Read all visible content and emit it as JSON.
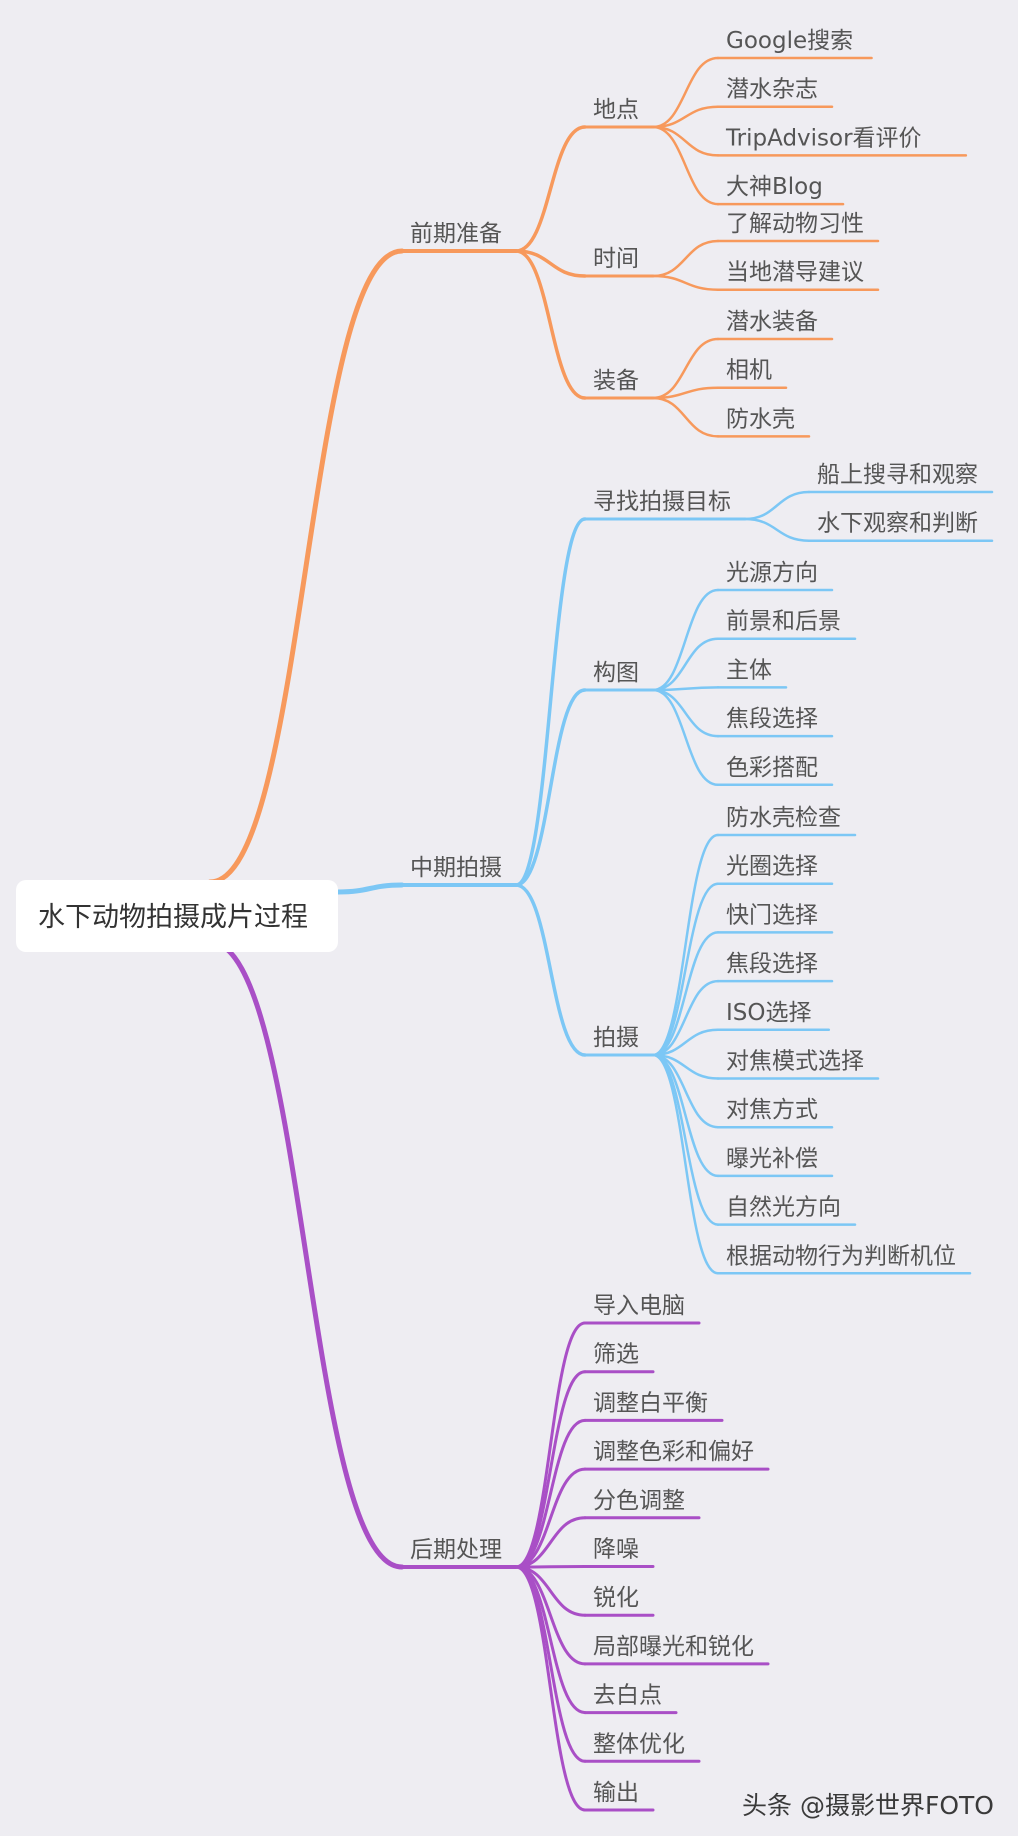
{
  "root": "水下动物拍摄成片过程",
  "colors": {
    "background": "#eeedf2",
    "branch_1": "#f7995c",
    "branch_2": "#7cc7f5",
    "branch_3": "#a94fc6"
  },
  "branches": [
    {
      "label": "前期准备",
      "color": "#f7995c",
      "children": [
        {
          "label": "地点",
          "children": [
            {
              "label": "Google搜索"
            },
            {
              "label": "潜水杂志"
            },
            {
              "label": "TripAdvisor看评价"
            },
            {
              "label": "大神Blog"
            }
          ]
        },
        {
          "label": "时间",
          "children": [
            {
              "label": "了解动物习性"
            },
            {
              "label": "当地潜导建议"
            }
          ]
        },
        {
          "label": "装备",
          "children": [
            {
              "label": "潜水装备"
            },
            {
              "label": "相机"
            },
            {
              "label": "防水壳"
            }
          ]
        }
      ]
    },
    {
      "label": "中期拍摄",
      "color": "#7cc7f5",
      "children": [
        {
          "label": "寻找拍摄目标",
          "children": [
            {
              "label": "船上搜寻和观察"
            },
            {
              "label": "水下观察和判断"
            }
          ]
        },
        {
          "label": "构图",
          "children": [
            {
              "label": "光源方向"
            },
            {
              "label": "前景和后景"
            },
            {
              "label": "主体"
            },
            {
              "label": "焦段选择"
            },
            {
              "label": "色彩搭配"
            }
          ]
        },
        {
          "label": "拍摄",
          "children": [
            {
              "label": "防水壳检查"
            },
            {
              "label": "光圈选择"
            },
            {
              "label": "快门选择"
            },
            {
              "label": "焦段选择"
            },
            {
              "label": "ISO选择"
            },
            {
              "label": "对焦模式选择"
            },
            {
              "label": "对焦方式"
            },
            {
              "label": "曝光补偿"
            },
            {
              "label": "自然光方向"
            },
            {
              "label": "根据动物行为判断机位"
            }
          ]
        }
      ]
    },
    {
      "label": "后期处理",
      "color": "#a94fc6",
      "children": [
        {
          "label": "导入电脑"
        },
        {
          "label": "筛选"
        },
        {
          "label": "调整白平衡"
        },
        {
          "label": "调整色彩和偏好"
        },
        {
          "label": "分色调整"
        },
        {
          "label": "降噪"
        },
        {
          "label": "锐化"
        },
        {
          "label": "局部曝光和锐化"
        },
        {
          "label": "去白点"
        },
        {
          "label": "整体优化"
        },
        {
          "label": "输出"
        }
      ]
    }
  ],
  "watermark": "头条 @摄影世界FOTO"
}
